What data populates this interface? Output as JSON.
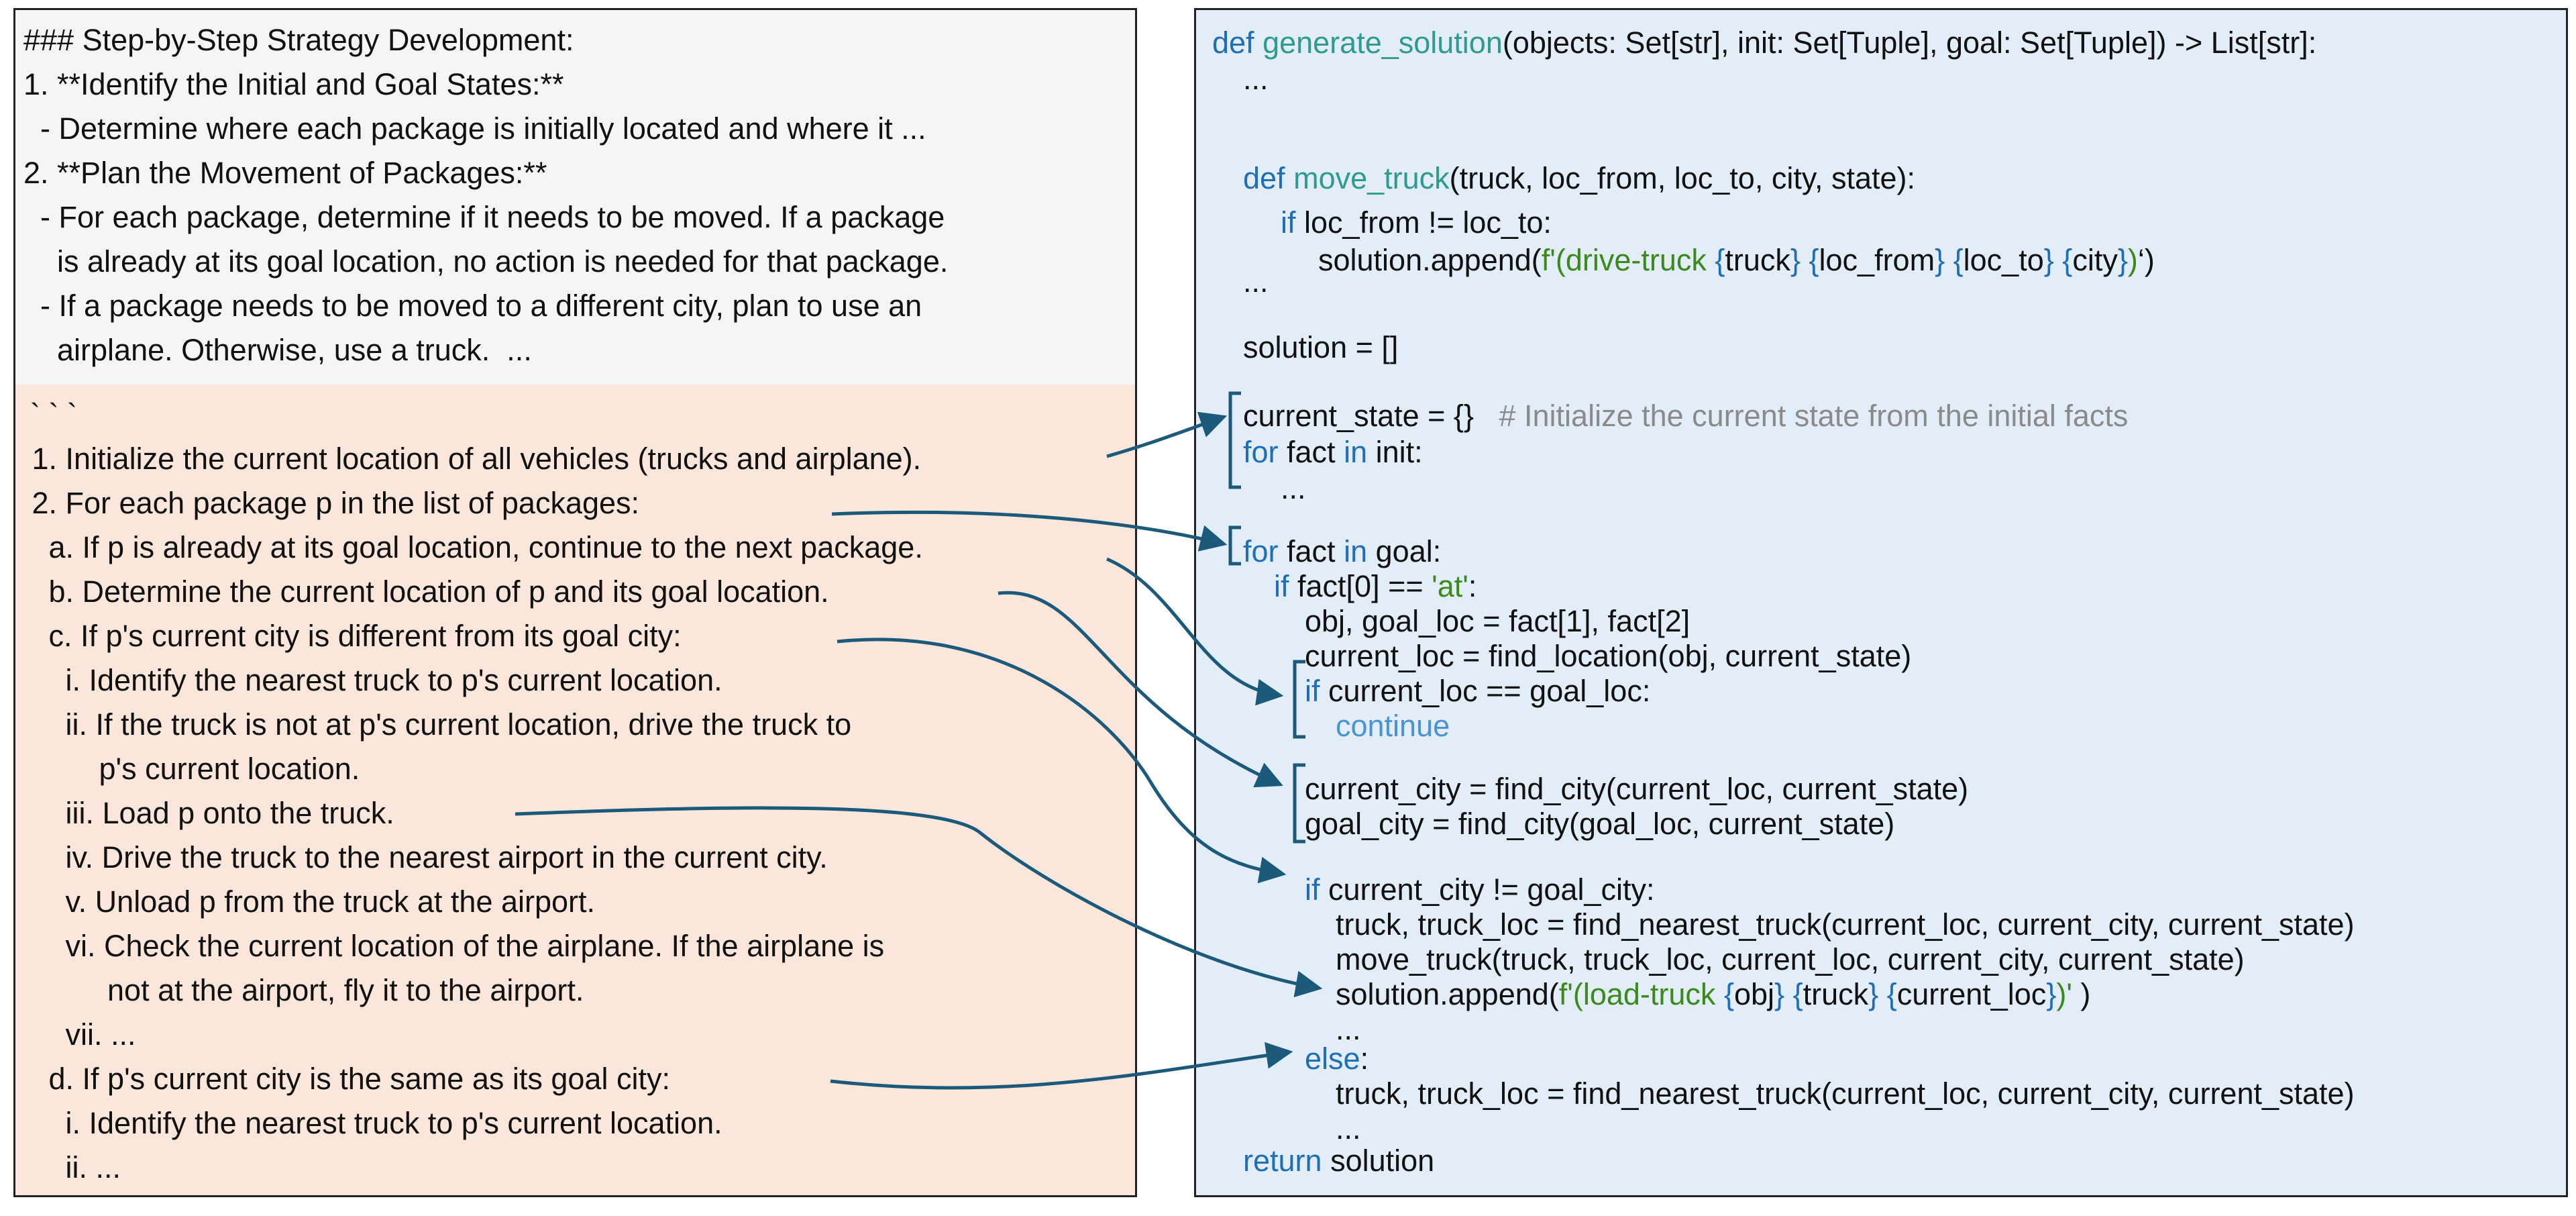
{
  "strategy_text": [
    "### Step-by-Step Strategy Development:",
    "1. **Identify the Initial and Goal States:**",
    "  - Determine where each package is initially located and where it ...",
    "2. **Plan the Movement of Packages:**",
    "  - For each package, determine if it needs to be moved. If a package",
    "    is already at its goal location, no action is needed for that package.",
    "  - If a package needs to be moved to a different city, plan to use an",
    "    airplane. Otherwise, use a truck.  ..."
  ],
  "plan_text": [
    "` ` `",
    " 1. Initialize the current location of all vehicles (trucks and airplane).",
    " 2. For each package p in the list of packages:",
    "   a. If p is already at its goal location, continue to the next package.",
    "   b. Determine the current location of p and its goal location.",
    "   c. If p's current city is different from its goal city:",
    "     i. Identify the nearest truck to p's current location.",
    "     ii. If the truck is not at p's current location, drive the truck to",
    "         p's current location.",
    "     iii. Load p onto the truck.",
    "     iv. Drive the truck to the nearest airport in the current city.",
    "     v. Unload p from the truck at the airport.",
    "     vi. Check the current location of the airplane. If the airplane is",
    "          not at the airport, fly it to the airport.",
    "     vii. ...",
    "   d. If p's current city is the same as its goal city:",
    "     i. Identify the nearest truck to p's current location.",
    "     ii. ..."
  ],
  "code": {
    "def_kw": "def",
    "func_name": "generate_solution",
    "signature": "(objects: Set[str], init: Set[Tuple], goal: Set[Tuple]) -> List[str]:",
    "ellipsis": "...",
    "move_def_kw": "def",
    "move_name": "move_truck",
    "move_params": "(truck, loc_from, loc_to, city, state):",
    "if_kw": "if",
    "move_cond": "loc_from != loc_to:",
    "append_prefix": "solution.append(",
    "drive_str_1": "f'(drive-truck ",
    "b1": "{",
    "truck_var": "truck",
    "b2": "}",
    "sp": " ",
    "loc_from_var": "loc_from",
    "loc_to_var": "loc_to",
    "city_var": "city",
    "drive_str_end": ")",
    "drive_close": "‘)",
    "solution_init": "solution = []",
    "current_state_init": "current_state = {}",
    "comment": "# Initialize the current state from the initial facts",
    "for_kw": "for",
    "fact_text": "fact",
    "in_kw": "in",
    "init_text": "init:",
    "goal_text": "goal:",
    "fact0_cond": "fact[0] ==",
    "at_str": "'at'",
    "colon": ":",
    "obj_assign": "obj, goal_loc = fact[1], fact[2]",
    "find_loc": "current_loc = find_location(obj, current_state)",
    "cond_goal_loc": "current_loc == goal_loc:",
    "continue_kw": "continue",
    "find_city1": "current_city = find_city(current_loc, current_state)",
    "find_city2": "goal_city = find_city(goal_loc, current_state)",
    "cond_city": "current_city != goal_city:",
    "nearest_truck": "truck, truck_loc = find_nearest_truck(current_loc, current_city, current_state)",
    "move_call": "move_truck(truck, truck_loc, current_loc, current_city, current_state)",
    "load_str_1": "f'(load-truck ",
    "obj_var": "obj",
    "cur_loc_var": "current_loc",
    "load_str_end": ")'",
    "load_close": " )",
    "else_kw": "else",
    "nearest_truck2": "truck, truck_loc = find_nearest_truck(current_loc, current_city, current_state)",
    "return_kw": "return",
    "return_val": " solution"
  },
  "colors": {
    "keyword": "#1f6fb8",
    "function": "#2e9a90",
    "string": "#3a8a1e",
    "comment": "#8a8a8a",
    "arrow": "#1b5a7a",
    "left_bg": "#fbe6dc",
    "strategy_bg": "#f5f5f5",
    "right_bg": "#e3edf8"
  }
}
